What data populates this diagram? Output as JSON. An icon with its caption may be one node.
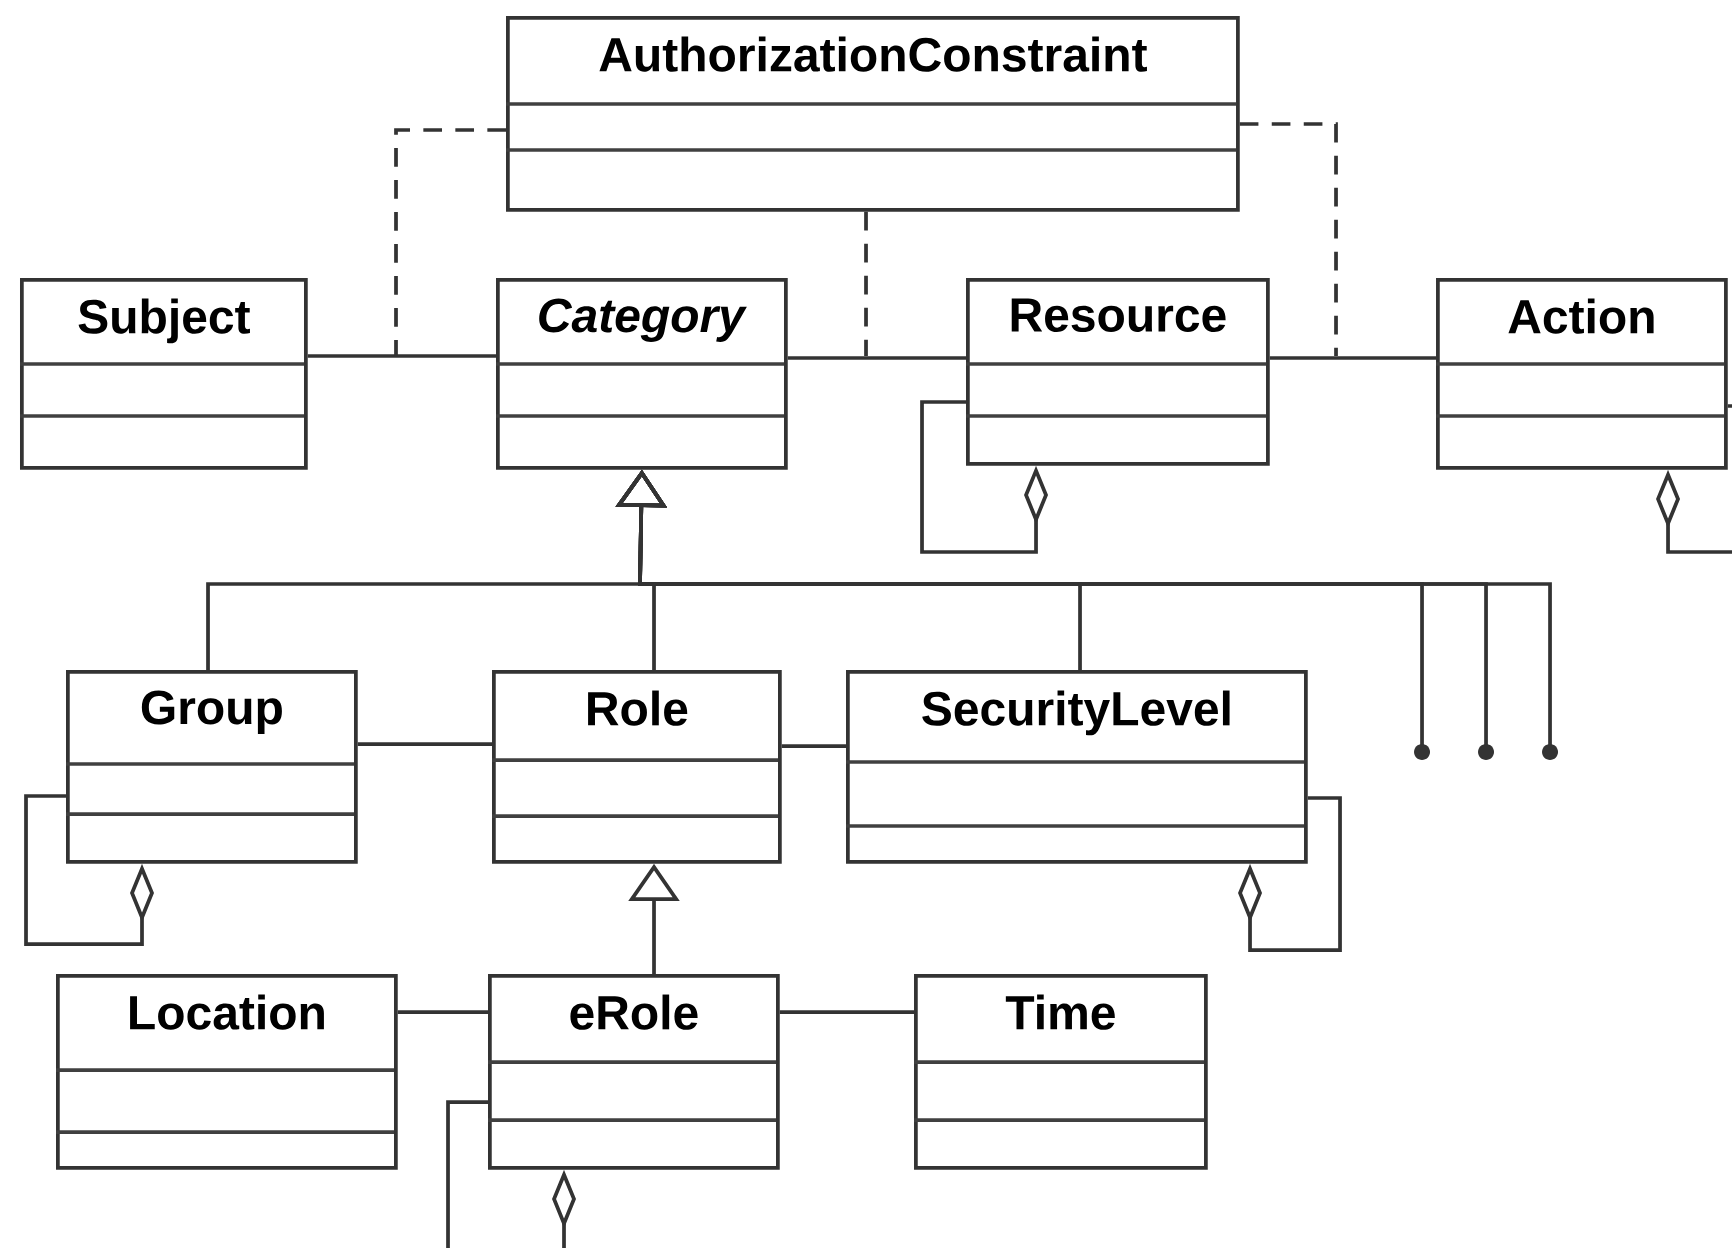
{
  "diagram": {
    "nodes": [
      {
        "text": [
          "AuthorizationConstraint"
        ]
      },
      {
        "text": [
          "Subject"
        ]
      },
      {
        "text": [
          "*Category*"
        ]
      },
      {
        "text": [
          "Resource"
        ]
      },
      {
        "text": [
          "Action"
        ]
      },
      {
        "text": [
          "Group"
        ]
      },
      {
        "text": [
          "Role"
        ]
      },
      {
        "text": [
          "SecurityLevel"
        ]
      },
      {
        "text": [
          "Location"
        ]
      },
      {
        "text": [
          "eRole"
        ]
      },
      {
        "text": [
          "Time"
        ]
      }
    ],
    "edges": [
      {
        "from": 1,
        "to": 2,
        "arrow": "none"
      },
      {
        "from": 2,
        "to": 3,
        "arrow": "none"
      },
      {
        "from": 3,
        "to": 4,
        "arrow": "none"
      },
      {
        "from": 0,
        "to": null,
        "arrow": "none",
        "style": "dashed"
      },
      {
        "from": 0,
        "to": null,
        "arrow": "none",
        "style": "dashed"
      },
      {
        "from": 0,
        "to": null,
        "arrow": "none",
        "style": "dashed"
      },
      {
        "from": 5,
        "to": 2,
        "arrow": "to"
      },
      {
        "from": 6,
        "to": 2,
        "arrow": "to"
      },
      {
        "from": 7,
        "to": 2,
        "arrow": "to"
      },
      {
        "from": null,
        "to": 2,
        "arrow": "to"
      },
      {
        "from": null,
        "to": 2,
        "arrow": "to"
      },
      {
        "from": null,
        "to": 2,
        "arrow": "to"
      },
      {
        "from": 5,
        "to": 6,
        "arrow": "none"
      },
      {
        "from": 6,
        "to": 7,
        "arrow": "none"
      },
      {
        "from": 3,
        "to": 3,
        "arrow": "other"
      },
      {
        "from": 4,
        "to": 4,
        "arrow": "other"
      },
      {
        "from": 5,
        "to": 5,
        "arrow": "other"
      },
      {
        "from": 7,
        "to": 7,
        "arrow": "other"
      },
      {
        "from": 9,
        "to": 6,
        "arrow": "to"
      },
      {
        "from": 8,
        "to": 9,
        "arrow": "none"
      },
      {
        "from": 9,
        "to": 10,
        "arrow": "none"
      },
      {
        "from": 9,
        "to": 9,
        "arrow": "other"
      }
    ]
  }
}
